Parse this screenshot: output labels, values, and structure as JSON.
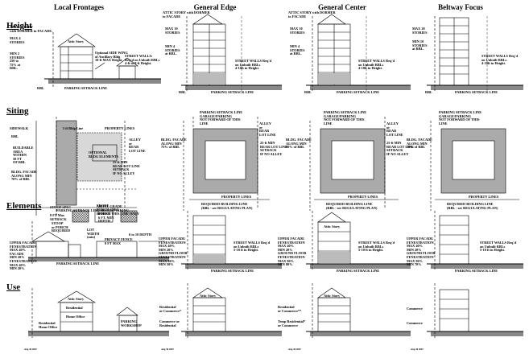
{
  "columns": [
    "Local Frontages",
    "General Edge",
    "General Center",
    "Beltway Focus"
  ],
  "rows": [
    "Height",
    "Siting",
    "Elements",
    "Use"
  ],
  "height": {
    "local": {
      "attic": "ATTIC STORY\nwith DORMER in FACADE.",
      "maxst": "MAX 4\nSTORIES",
      "min2": "MIN 2\nSTORIES\n250 to\n75% at\nRBL.",
      "attic_box": "Attic Story",
      "wing": "Optional SIDE WING\nof Ancillary Bldg\n10-ft MAX Height",
      "street": "STREET WALLS:\nReq'd on Unbuilt RBLs\n4-ft to 8-ft Height."
    },
    "edge": {
      "attic": "ATTIC STORY with DORMER\nto FACADE",
      "maxst": "MAX 10\nSTORIES",
      "min": "MIN 4\nSTORIES\nat RBL.",
      "street": "STREET WALLS Req'd\non Unbuilt RBLs\n4-10ft in Height."
    },
    "center": {
      "attic": "ATTIC STORY with DORMER\nto FACADE",
      "maxst": "MAX 10\nSTORIES",
      "min": "MIN 4\nSTORIES\nat RBL.",
      "street": "STREET WALLS Req'd\non Unbuilt RBLs\n4-10ft in Height."
    },
    "beltway": {
      "maxst": "MAX 20\nSTORIES",
      "min": "MIN 10\nSTORIES\nat RBL.",
      "street": "STREET WALLS Req'd\non Unbuilt RBLs\n4-10ft in Height."
    }
  },
  "siting": {
    "local": {
      "sidewalk": "SIDEWALK",
      "rbl": "RBL",
      "buildable": "BUILDABLE\nAREA\nWITHIN\n50 FT\nOF RBL",
      "facade": "BLDG. FACADE\nALONG MIN\n70% of RBL",
      "prop": "PROPERTY LINES",
      "alley": "ALLEY\nor\nREAR\nLOT LINE",
      "setback": "25-ft MIN\nREAR LOT LINE\nSETBACK\nIF NO ALLEY",
      "garage": "ABOVE GRADE\nGARAGE/PARKING\nBEHIND THIS LINE ONLY",
      "parking": "PARKING SETBACK LINE",
      "bldline": "5 ft Bldg Line",
      "opt": "OPTIONAL\nBLDG ELEMENTS"
    },
    "edge": {
      "parking": "PARKING SETBACK LINE\nGARAGE/PARKING\nNOT FORWARD OF THIS\nLINE",
      "alley": "ALLEY\nor\nREAR\nLOT LINE",
      "facade": "BLDG. FACADE\nALONG MIN\n75% of RBL",
      "prop": "PROPERTY LINES",
      "req": "REQUIRED BUILDING LINE\n(RBL - see REGULATING PLAN)",
      "setback": "25-ft MIN\nREAR LOT LINE\nSETBACK\nIF NO ALLEY"
    },
    "center": {
      "parking": "PARKING SETBACK LINE\nGARAGE/PARKING\nNOT FORWARD OF THIS\nLINE",
      "alley": "ALLEY\nor\nREAR\nLOT LINE",
      "facade": "BLDG. FACADE\nALONG MIN\n80% of RBL",
      "prop": "PROPERTY LINES",
      "req": "REQUIRED BUILDING LINE\n(RBL - see REGULATING PLAN)",
      "setback": "25-ft MIN\nREAR LOT LINE\nSETBACK\nIF NO ALLEY"
    },
    "beltway": {
      "parking": "PARKING SETBACK LINE\nGARAGE/PARKING\nNOT FORWARD OF THIS\nLINE",
      "facade": "BLDG. FACADE\nALONG MIN\n70% of RBL",
      "prop": "PROPERTY LINES",
      "req": "REQUIRED BUILDING LINE\n(RBL - see REGULATING PLAN)"
    }
  },
  "elements": {
    "local": {
      "stoop": "STOOP SPEC",
      "front": "FRONT\nPORCH SPEC",
      "setback": "8 FT Max\nSETBACK",
      "stoop2": "STOOP\nor PORCH\nREQUIRED",
      "porch": "PORCH\n6 FT. MIN\nDEPTH",
      "lot": "LOT\nWIDTH\n(min)",
      "depth": "6 to 10 DEPTH",
      "fen": "UPPER FACADE\nFENESTRATION\nMAX 40%\nFACADE\nMIN 20%\nFENESTRATION\nMAX 40%\nMIN 20%",
      "fence": "PRIVACY FENCE\n8 FT MAX"
    },
    "edge": {
      "fen": "UPPER FACADE\nFENESTRATION\nMAX 40%\nMIN 20%\nGROUND FLOOR\nFENESTRATION\nMAX 80%\nMIN 50%",
      "street": "STREET WALLS Req'd\non Unbuilt RBLs\n5-10 ft in Height."
    },
    "center": {
      "attic": "Attic Story",
      "fen": "UPPER FACADE\nFENESTRATION\nMAX 40%\nMIN 20%\nGROUND FLOOR\nFENESTRATION\nMAX 90%\nMIN 80%",
      "street": "STREET WALLS Req'd\non Unbuilt RBLs\n5-10 ft in Height."
    },
    "beltway": {
      "fen": "UPPER FACADE\nFENESTRATION\nMAX 40%\nMIN 20%\nGROUND FLOOR\nFENESTRATION\nMAX 90%\nMIN 70%",
      "street": "STREET WALLS Req'd\non Unbuilt RBLs\n5-10 ft in Height."
    }
  },
  "use": {
    "local": {
      "attic": "Attic Story",
      "res": "Residential",
      "home": "Home Office",
      "res2": "Residential\nHome Office",
      "parking": "PARKING\nWORKSHOP"
    },
    "edge": {
      "attic": "Attic Story",
      "res": "Residential\nor Commerce*",
      "com": "Commerce or\nResidential"
    },
    "center": {
      "attic": "Attic Story",
      "res": "Residential\nor Commerce**",
      "temp": "Temp Residential*\nor Commerce"
    },
    "beltway": {
      "com": "Commerce",
      "com2": "Commerce"
    }
  },
  "common": {
    "parking_line": "PARKING SETBACK LINE",
    "rbl": "RBL",
    "attic_story": "Attic Story"
  },
  "footers": [
    "Aug 30 2007",
    "Aug 30 2007",
    "Aug 30 2007",
    "Aug 30 2007"
  ]
}
